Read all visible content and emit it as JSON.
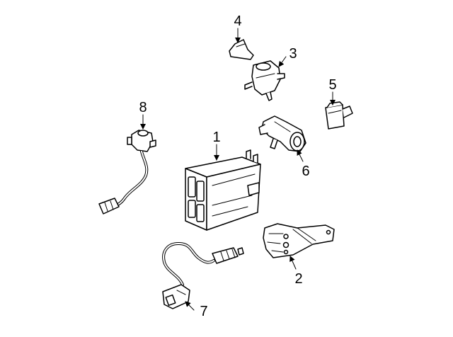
{
  "diagram": {
    "callouts": [
      {
        "id": "canister",
        "number": "1"
      },
      {
        "id": "bracket",
        "number": "2"
      },
      {
        "id": "purge-valve",
        "number": "3"
      },
      {
        "id": "valve-bracket",
        "number": "4"
      },
      {
        "id": "vent-solenoid",
        "number": "5"
      },
      {
        "id": "vent-valve",
        "number": "6"
      },
      {
        "id": "rear-oxygen-sensor",
        "number": "7"
      },
      {
        "id": "front-oxygen-sensor",
        "number": "8"
      }
    ]
  }
}
